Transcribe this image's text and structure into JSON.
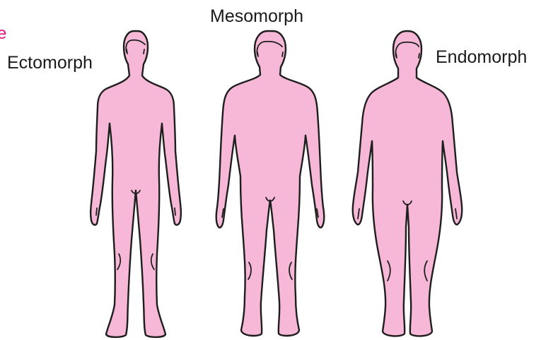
{
  "edge_mark": "e",
  "colors": {
    "skin": "#f6b8d6",
    "outline": "#1e1e1e",
    "text": "#1a1a1a",
    "accent": "#e0157a"
  },
  "figures": [
    {
      "id": "ectomorph",
      "label": "Ectomorph"
    },
    {
      "id": "mesomorph",
      "label": "Mesomorph"
    },
    {
      "id": "endomorph",
      "label": "Endomorph"
    }
  ]
}
